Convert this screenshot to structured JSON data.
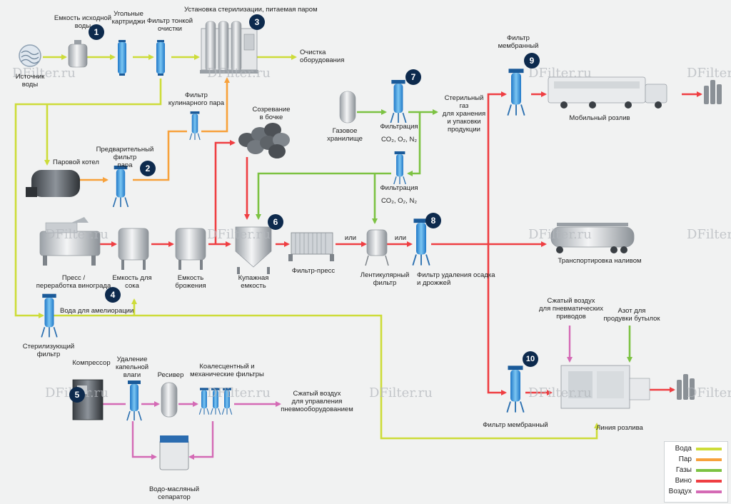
{
  "colors": {
    "water": "#cddc39",
    "steam": "#f7a13b",
    "gas": "#7cc242",
    "wine": "#ef3e42",
    "air": "#d46ab5",
    "badge": "#0d2a4d",
    "equipment": "#4aa8e0"
  },
  "watermark": "DFilter.ru",
  "labels": {
    "water_source": "Источник\nводы",
    "water_tank": "Емкость исходной\nводы",
    "carbon": "Угольные\nкартриджи",
    "fine_filter": "Фильтр тонкой\nочистки",
    "sterilizer": "Установка стерилизации, питаемая паром",
    "equipment_cleaning": "Очистка\nоборудования",
    "culinary_steam_filter": "Фильтр\nкулинарного пара",
    "barrel_aging": "Созревание\nв бочке",
    "gas_storage": "Газовое\nхранилище",
    "filtration_top": "Фильтрация",
    "gases_top": "CO₂, O₂, N₂",
    "sterile_gas": "Стерильный\nгаз\nдля хранения\nи упаковки\nпродукции",
    "membrane_top": "Фильтр\nмембранный",
    "mobile_bottling": "Мобильный розлив",
    "steam_boiler": "Паровой котел",
    "steam_prefilter": "Предварительный\nфильтр\nпара",
    "filtration_mid": "Фильтрация",
    "gases_mid": "CO₂, O₂, N₂",
    "press": "Пресс /\nпереработка винограда",
    "juice_tank": "Емкость для\nсока",
    "fermentation_tank": "Емкость\nброжения",
    "blending_tank": "Купажная\nемкость",
    "filter_press": "Фильтр-пресс",
    "or1": "или",
    "or2": "или",
    "lenticular": "Лентикулярный\nфильтр",
    "lees_filter": "Фильтр удаления осадка\nи дрожжей",
    "bulk_transport": "Транспортировка наливом",
    "amelioration_water": "Вода для амелиорации",
    "sterilizing_filter": "Стерилизующий\nфильтр",
    "pneumatic_air": "Сжатый воздух\nдля пневматических\nприводов",
    "nitrogen": "Азот для\nпродувки бутылок",
    "compressor": "Компрессор",
    "droplet_removal": "Удаление\nкапельной\nвлаги",
    "receiver": "Ресивер",
    "coalescent": "Коалесцентный и\nмеханические фильтры",
    "compressed_air_control": "Сжатый воздух\nдля управления\nпневмооборудованием",
    "membrane_bottom": "Фильтр  мембранный",
    "bottling_line": "Линия розлива",
    "oil_water_separator": "Водо-масляный\nсепаратор"
  },
  "badges": [
    "1",
    "2",
    "3",
    "4",
    "5",
    "6",
    "7",
    "8",
    "9",
    "10"
  ],
  "legend": [
    {
      "label": "Вода",
      "color": "#cddc39"
    },
    {
      "label": "Пар",
      "color": "#f7a13b"
    },
    {
      "label": "Газы",
      "color": "#7cc242"
    },
    {
      "label": "Вино",
      "color": "#ef3e42"
    },
    {
      "label": "Воздух",
      "color": "#d46ab5"
    }
  ]
}
